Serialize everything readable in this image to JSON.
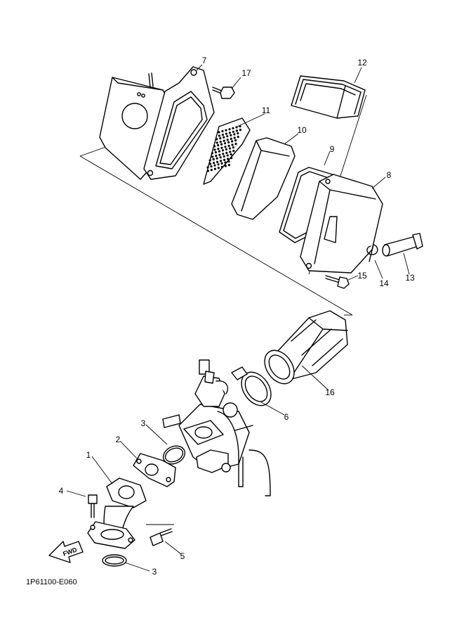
{
  "diagram_code": "1P61100-E060",
  "fwd_label": "FWD",
  "callouts": [
    {
      "id": "c1",
      "label": "1"
    },
    {
      "id": "c2",
      "label": "2"
    },
    {
      "id": "c3a",
      "label": "3"
    },
    {
      "id": "c3b",
      "label": "3"
    },
    {
      "id": "c4",
      "label": "4"
    },
    {
      "id": "c5",
      "label": "5"
    },
    {
      "id": "c6",
      "label": "6"
    },
    {
      "id": "c7",
      "label": "7"
    },
    {
      "id": "c8",
      "label": "8"
    },
    {
      "id": "c9",
      "label": "9"
    },
    {
      "id": "c10",
      "label": "10"
    },
    {
      "id": "c11",
      "label": "11"
    },
    {
      "id": "c12",
      "label": "12"
    },
    {
      "id": "c13",
      "label": "13"
    },
    {
      "id": "c14",
      "label": "14"
    },
    {
      "id": "c15",
      "label": "15"
    },
    {
      "id": "c16",
      "label": "16"
    },
    {
      "id": "c17",
      "label": "17"
    }
  ]
}
